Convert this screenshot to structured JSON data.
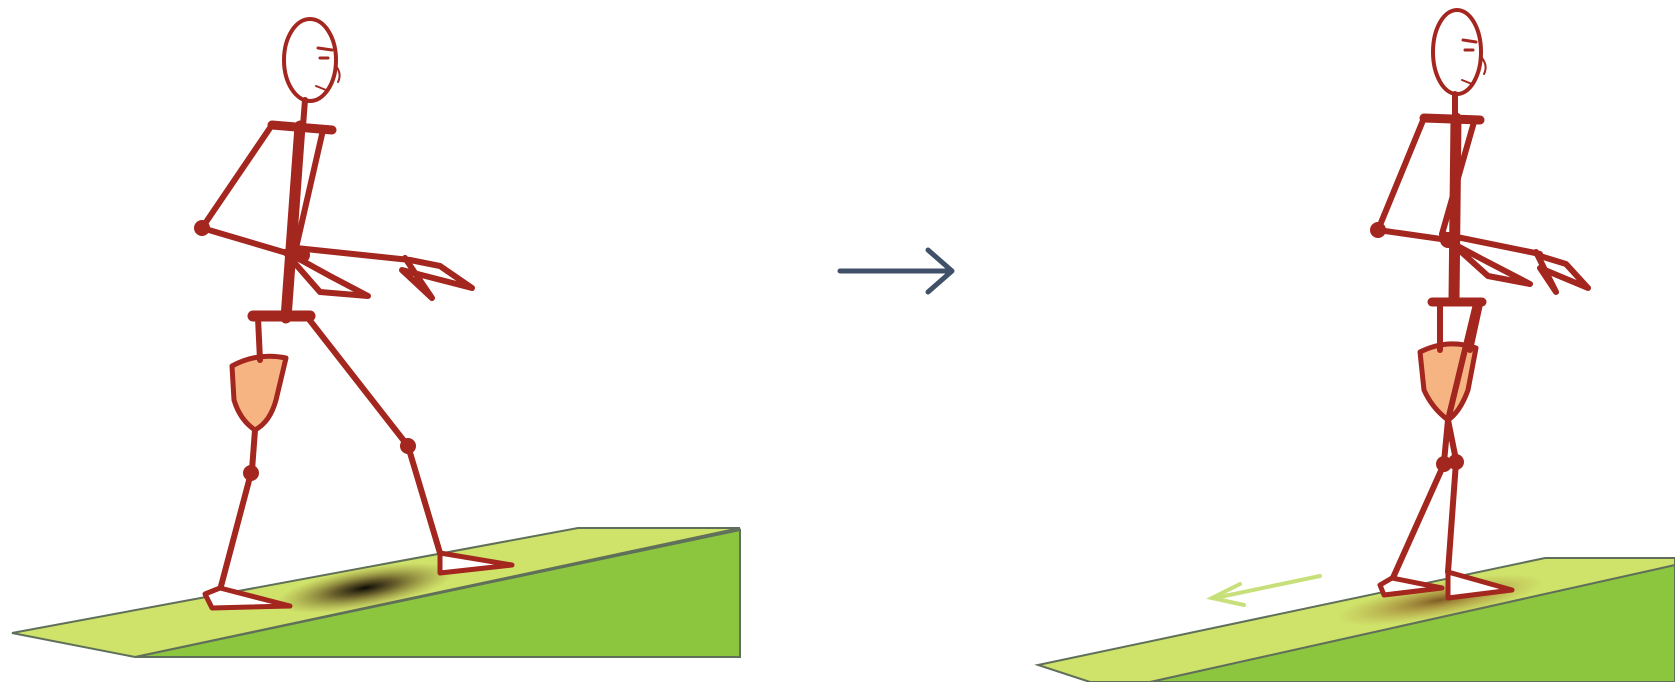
{
  "colors": {
    "background": "#ffffff",
    "figure_stroke": "#a3261f",
    "prosthetic_socket_fill": "#f7b483",
    "ramp_top": "#cfe26a",
    "ramp_side": "#8cc63f",
    "ramp_edge": "#5f6f5a",
    "shadow": "#2a1a10",
    "transition_arrow": "#3f5068",
    "motion_arrow": "#c8e07a"
  },
  "panels": [
    {
      "id": "before",
      "description_icon": "stick-figure-with-prosthetic-leg-walking-up-ramp"
    },
    {
      "id": "after",
      "description_icon": "stick-figure-with-prosthetic-leg-standing-on-ramp-sliding-back"
    }
  ],
  "transition_icon": "right-arrow-icon",
  "motion_icon": "backward-slide-arrow-icon"
}
